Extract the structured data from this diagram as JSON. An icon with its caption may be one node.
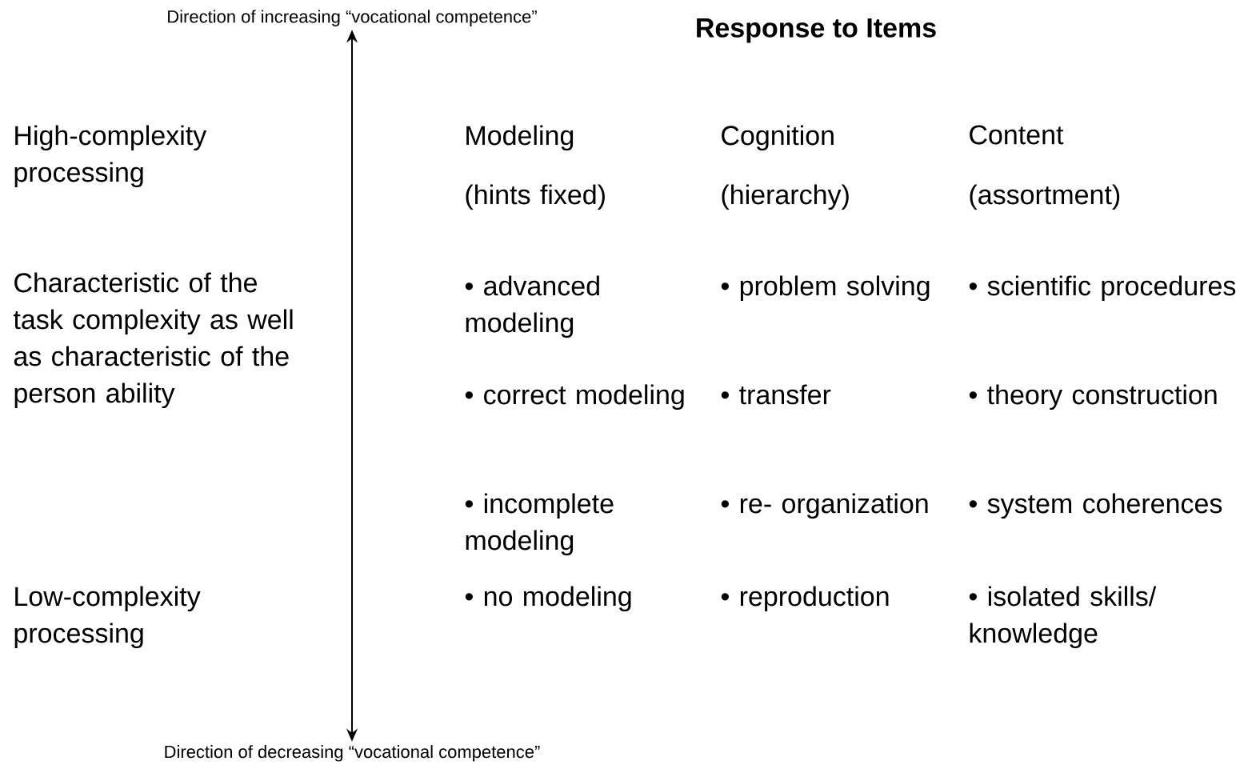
{
  "diagram": {
    "title": "Response to Items",
    "nodes": [
      {
        "text": [
          "Direction of increasing “vocational competence”"
        ]
      },
      {
        "text": [
          "Direction of decreasing “vocational competence”"
        ]
      }
    ],
    "edges": [
      {
        "from": 0,
        "to": 1,
        "arrow": "both"
      }
    ],
    "labels": [
      "High-complexity processing",
      "Modeling",
      "Cognition",
      "Content",
      "(hints fixed)",
      "(hierarchy)",
      "(assortment)",
      "Characteristic of the task complexity as well as characteristic of the person ability",
      "• advanced modeling",
      "• problem solving",
      "• scientific procedures",
      "• correct modeling",
      "• transfer",
      "• theory construction",
      "• incomplete modeling",
      "• re- organization",
      "• system coherences",
      "Low-complexity processing",
      "• no modeling",
      "• reproduction",
      "• isolated skills/ knowledge"
    ]
  }
}
